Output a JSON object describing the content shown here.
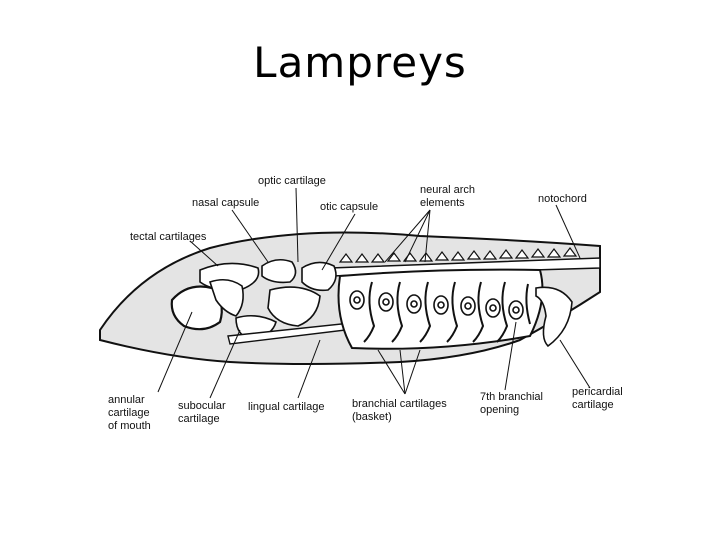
{
  "slide": {
    "title": "Lampreys"
  },
  "labels": {
    "optic_cartilage": "optic cartilage",
    "nasal_capsule": "nasal capsule",
    "otic_capsule": "otic capsule",
    "neural_arch_1": "neural arch",
    "neural_arch_2": "elements",
    "notochord": "notochord",
    "tectal_cartilages": "tectal cartilages",
    "annular_1": "annular",
    "annular_2": "cartilage",
    "annular_3": "of mouth",
    "subocular_1": "subocular",
    "subocular_2": "cartilage",
    "lingual_cartilage": "lingual cartilage",
    "branchial_1": "branchial cartilages",
    "branchial_2": "(basket)",
    "seventh_1": "7th branchial",
    "seventh_2": "opening",
    "pericardial_1": "pericardial",
    "pericardial_2": "cartilage"
  }
}
